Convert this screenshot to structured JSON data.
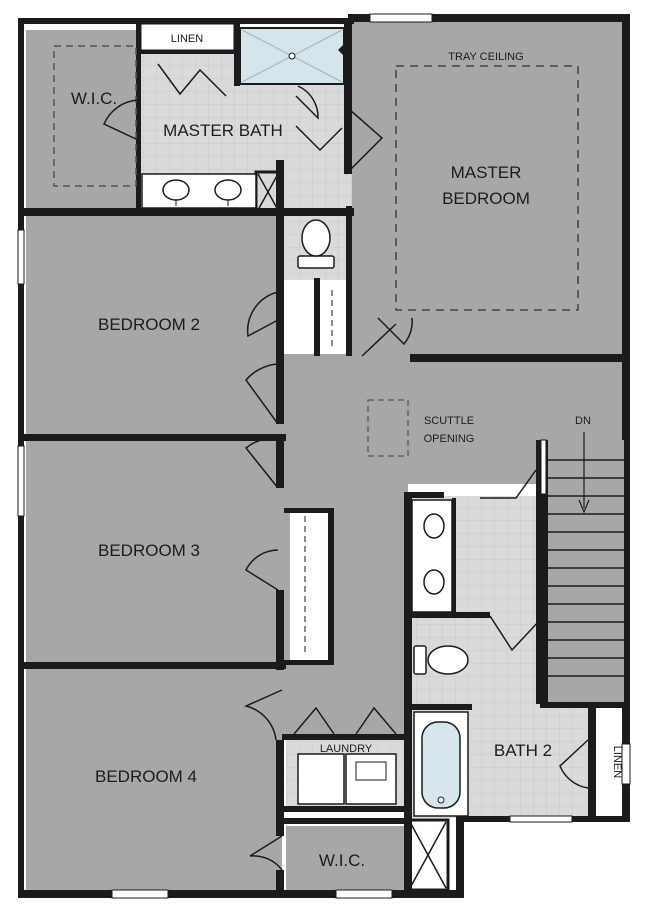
{
  "rooms": {
    "wic_master": "W.I.C.",
    "linen_top": "LINEN",
    "master_bath": "MASTER BATH",
    "tray_ceiling": "TRAY CEILING",
    "master_bedroom_line1": "MASTER",
    "master_bedroom_line2": "BEDROOM",
    "bedroom2": "BEDROOM 2",
    "bedroom3": "BEDROOM 3",
    "bedroom4": "BEDROOM 4",
    "scuttle_line1": "SCUTTLE",
    "scuttle_line2": "OPENING",
    "stairs_dn": "DN",
    "laundry": "LAUNDRY",
    "bath2": "BATH 2",
    "linen_right": "LINEN",
    "wic_bottom": "W.I.C."
  },
  "colors": {
    "room_fill": "#a7a7a9",
    "wet_area_fill": "#d9dadb",
    "wall": "#1b1b1b",
    "tile_line": "#c4c5c7",
    "fixture_fill": "#ffffff",
    "shower_fill": "#d6e4ec"
  }
}
